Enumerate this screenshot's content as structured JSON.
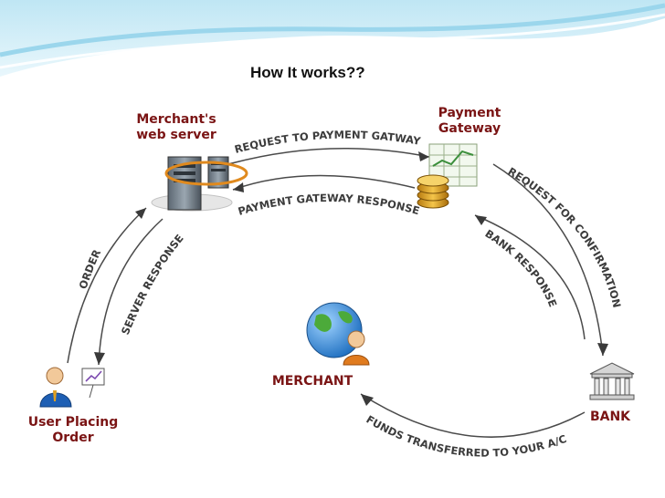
{
  "title": "How It works??",
  "nodes": {
    "merchant_server": "Merchant's\nweb server",
    "payment_gateway": "Payment\nGateway",
    "merchant": "MERCHANT",
    "bank": "BANK",
    "user": "User Placing\nOrder"
  },
  "flows": {
    "request_to_gateway": "REQUEST  TO PAYMENT GATWAY",
    "gateway_response": "PAYMENT GATEWAY RESPONSE",
    "request_confirmation": "REQUEST  FOR CONFIRMATION",
    "bank_response": "BANK RESPONSE",
    "order": "ORDER",
    "server_response": "SERVER RESPONSE",
    "funds_transferred": "FUNDS TRANSFERRED TO YOUR A/C"
  },
  "colors": {
    "label": "#7a1414",
    "flow_text": "#3c3c3c",
    "arrow": "#4a4a4a",
    "banner": "#8ad0ea"
  },
  "icons": [
    "server-icon",
    "gateway-coins-icon",
    "globe-person-icon",
    "bank-icon",
    "user-computer-icon"
  ]
}
